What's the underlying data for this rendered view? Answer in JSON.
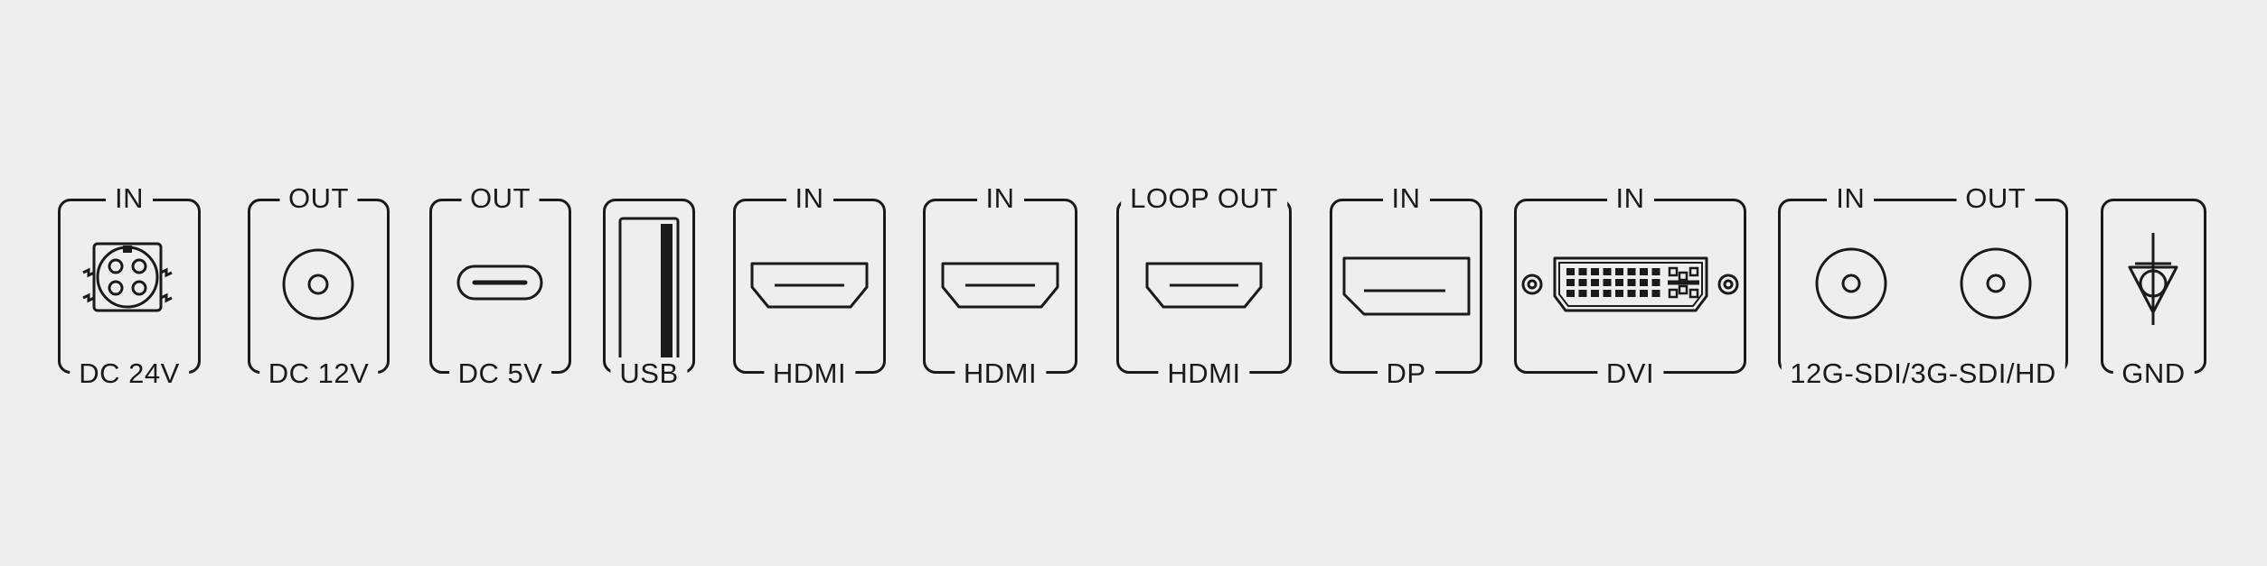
{
  "ports": [
    {
      "id": "dc24v",
      "top_label": "IN",
      "bottom_label": "DC 24V",
      "icon": "4-pin-xlr-power-connector-icon"
    },
    {
      "id": "dc12v",
      "top_label": "OUT",
      "bottom_label": "DC 12V",
      "icon": "dc-barrel-jack-icon"
    },
    {
      "id": "dc5v",
      "top_label": "OUT",
      "bottom_label": "DC 5V",
      "icon": "usb-c-port-icon"
    },
    {
      "id": "usb",
      "top_label": "",
      "bottom_label": "USB",
      "icon": "usb-a-port-icon"
    },
    {
      "id": "hdmi-in-1",
      "top_label": "IN",
      "bottom_label": "HDMI",
      "icon": "hdmi-port-icon"
    },
    {
      "id": "hdmi-in-2",
      "top_label": "IN",
      "bottom_label": "HDMI",
      "icon": "hdmi-port-icon"
    },
    {
      "id": "hdmi-loop",
      "top_label": "LOOP OUT",
      "bottom_label": "HDMI",
      "icon": "hdmi-port-icon"
    },
    {
      "id": "dp",
      "top_label": "IN",
      "bottom_label": "DP",
      "icon": "displayport-icon"
    },
    {
      "id": "dvi",
      "top_label": "IN",
      "bottom_label": "DVI",
      "icon": "dvi-port-icon"
    },
    {
      "id": "sdi",
      "top_labels": [
        "IN",
        "OUT"
      ],
      "bottom_label": "12G-SDI/3G-SDI/HD",
      "icon": "bnc-connector-icon"
    },
    {
      "id": "gnd",
      "top_label": "",
      "bottom_label": "GND",
      "icon": "ground-terminal-icon"
    }
  ],
  "colors": {
    "background": "#eeeeee",
    "stroke": "#1a1a1a"
  }
}
